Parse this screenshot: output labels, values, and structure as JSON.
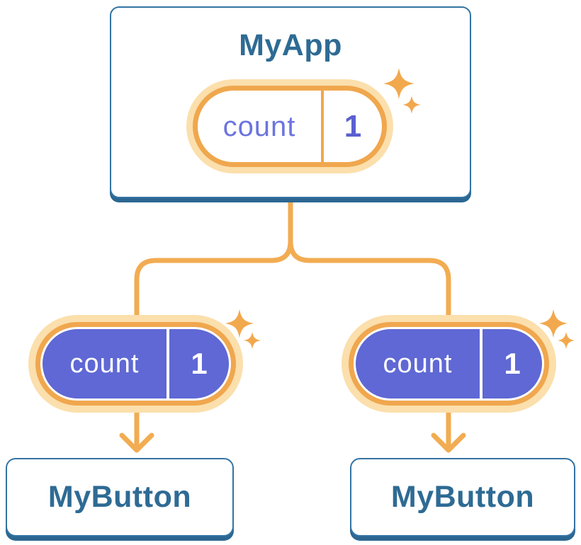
{
  "diagram": {
    "root": {
      "title": "MyApp",
      "state": {
        "label": "count",
        "value": "1"
      }
    },
    "children": [
      {
        "title": "MyButton",
        "prop": {
          "label": "count",
          "value": "1"
        }
      },
      {
        "title": "MyButton",
        "prop": {
          "label": "count",
          "value": "1"
        }
      }
    ]
  },
  "icons": {
    "sparkles": "four-point-star-sparkles",
    "arrow": "chevron-down-arrow"
  },
  "colors": {
    "bg": "#ffffff",
    "blue": "#3374A4",
    "blueShadow": "#2C6791",
    "blueText": "#2E6B94",
    "orange": "#F2AC52",
    "ring": "#F0A74E",
    "halo": "#FBDFAC",
    "purple": "#5F68D4",
    "purpleText": "#6B74DF",
    "purpleBold": "#5A60D0",
    "sparkle": "#F2A84D"
  }
}
